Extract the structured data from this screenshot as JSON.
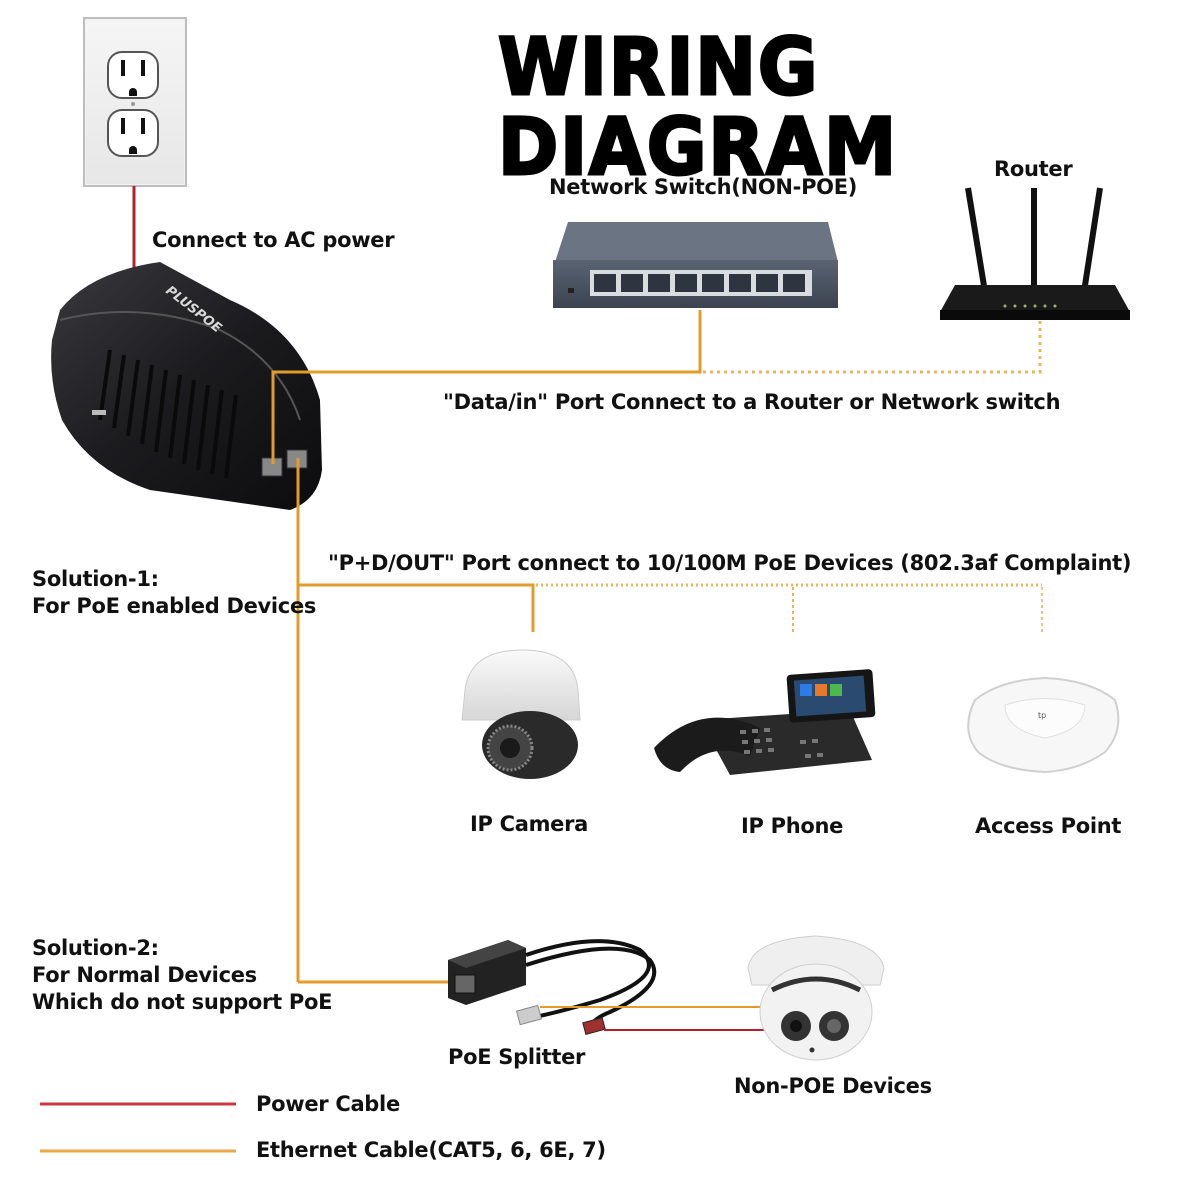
{
  "title": "WIRING DIAGRAM",
  "labels": {
    "ac_power": "Connect to AC power",
    "network_switch": "Network Switch(NON-POE)",
    "router": "Router",
    "data_in": "\"Data/in\" Port Connect to a Router or Network switch",
    "pd_out": "\"P+D/OUT\" Port connect to 10/100M PoE Devices (802.3af Complaint)",
    "poe_splitter": "PoE Splitter",
    "non_poe_devices": "Non-POE Devices"
  },
  "solutions": [
    {
      "heading": "Solution-1:",
      "lines": [
        "For PoE enabled Devices"
      ]
    },
    {
      "heading": "Solution-2:",
      "lines": [
        "For Normal Devices",
        "Which do not support PoE"
      ]
    }
  ],
  "devices": [
    {
      "name": "IP Camera",
      "icon": "dome-camera-icon"
    },
    {
      "name": "IP Phone",
      "icon": "ip-phone-icon"
    },
    {
      "name": "Access Point",
      "icon": "access-point-icon"
    }
  ],
  "injector_brand": "PLUSPOE",
  "legend": [
    {
      "label": "Power Cable",
      "color": "#c9393f"
    },
    {
      "label": "Ethernet Cable(CAT5, 6, 6E, 7)",
      "color": "#e9a84a"
    }
  ],
  "colors": {
    "ethernet": "#e39b2a",
    "ethernet_dotted": "#edb55a",
    "power": "#b5202a"
  }
}
